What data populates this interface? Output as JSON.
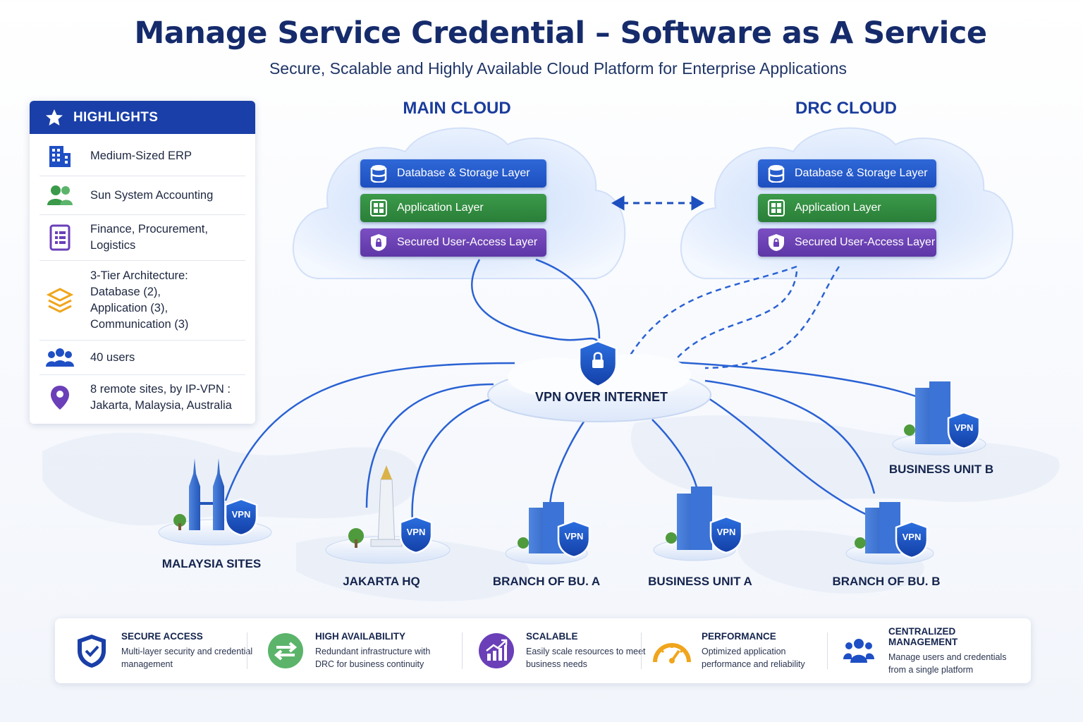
{
  "header": {
    "title": "Manage Service Credential – Software as A Service",
    "subtitle": "Secure, Scalable and Highly Available Cloud Platform for Enterprise Applications"
  },
  "highlights": {
    "title": "HIGHLIGHTS",
    "items": [
      {
        "icon": "building-icon",
        "text": "Medium-Sized ERP",
        "color": "#1e4fc4"
      },
      {
        "icon": "users-icon",
        "text": "Sun System Accounting",
        "color": "#3a9a4a"
      },
      {
        "icon": "document-icon",
        "text": "Finance, Procurement, Logistics",
        "color": "#6a3fb8"
      },
      {
        "icon": "layers-icon",
        "text": "3-Tier Architecture: Database (2), Application (3), Communication (3)",
        "color": "#f0a51c"
      },
      {
        "icon": "group-icon",
        "text": "40 users",
        "color": "#1e4fc4"
      },
      {
        "icon": "location-pin-icon",
        "text": "8 remote sites, by IP-VPN : Jakarta, Malaysia, Australia",
        "color": "#6a3fb8"
      }
    ]
  },
  "clouds": {
    "main": {
      "title": "MAIN CLOUD",
      "layers": {
        "db": "Database & Storage Layer",
        "app": "Application Layer",
        "sec": "Secured User-Access Layer"
      }
    },
    "drc": {
      "title": "DRC CLOUD",
      "layers": {
        "db": "Database & Storage Layer",
        "app": "Application Layer",
        "sec": "Secured User-Access Layer"
      }
    }
  },
  "vpn_hub": {
    "label": "VPN OVER INTERNET"
  },
  "vpn_badge_text": "VPN",
  "sites": {
    "malaysia": "MALAYSIA SITES",
    "jakarta": "JAKARTA HQ",
    "branch_a": "BRANCH OF BU. A",
    "bu_a": "BUSINESS UNIT A",
    "branch_b": "BRANCH OF BU. B",
    "bu_b": "BUSINESS UNIT B"
  },
  "features": [
    {
      "icon": "shield-check-icon",
      "title": "SECURE ACCESS",
      "desc": "Multi-layer security and credential management",
      "color": "#1a3fa8"
    },
    {
      "icon": "sync-arrows-icon",
      "title": "HIGH AVAILABILITY",
      "desc": "Redundant infrastructure with DRC for business continuity",
      "color": "#3a9a4a"
    },
    {
      "icon": "growth-chart-icon",
      "title": "SCALABLE",
      "desc": "Easily scale resources to meet business needs",
      "color": "#6a3fb8"
    },
    {
      "icon": "speedometer-icon",
      "title": "PERFORMANCE",
      "desc": "Optimized application performance and reliability",
      "color": "#f0a51c"
    },
    {
      "icon": "team-management-icon",
      "title": "CENTRALIZED MANAGEMENT",
      "desc": "Manage users and credentials from a single platform",
      "color": "#1e4fc4"
    }
  ]
}
